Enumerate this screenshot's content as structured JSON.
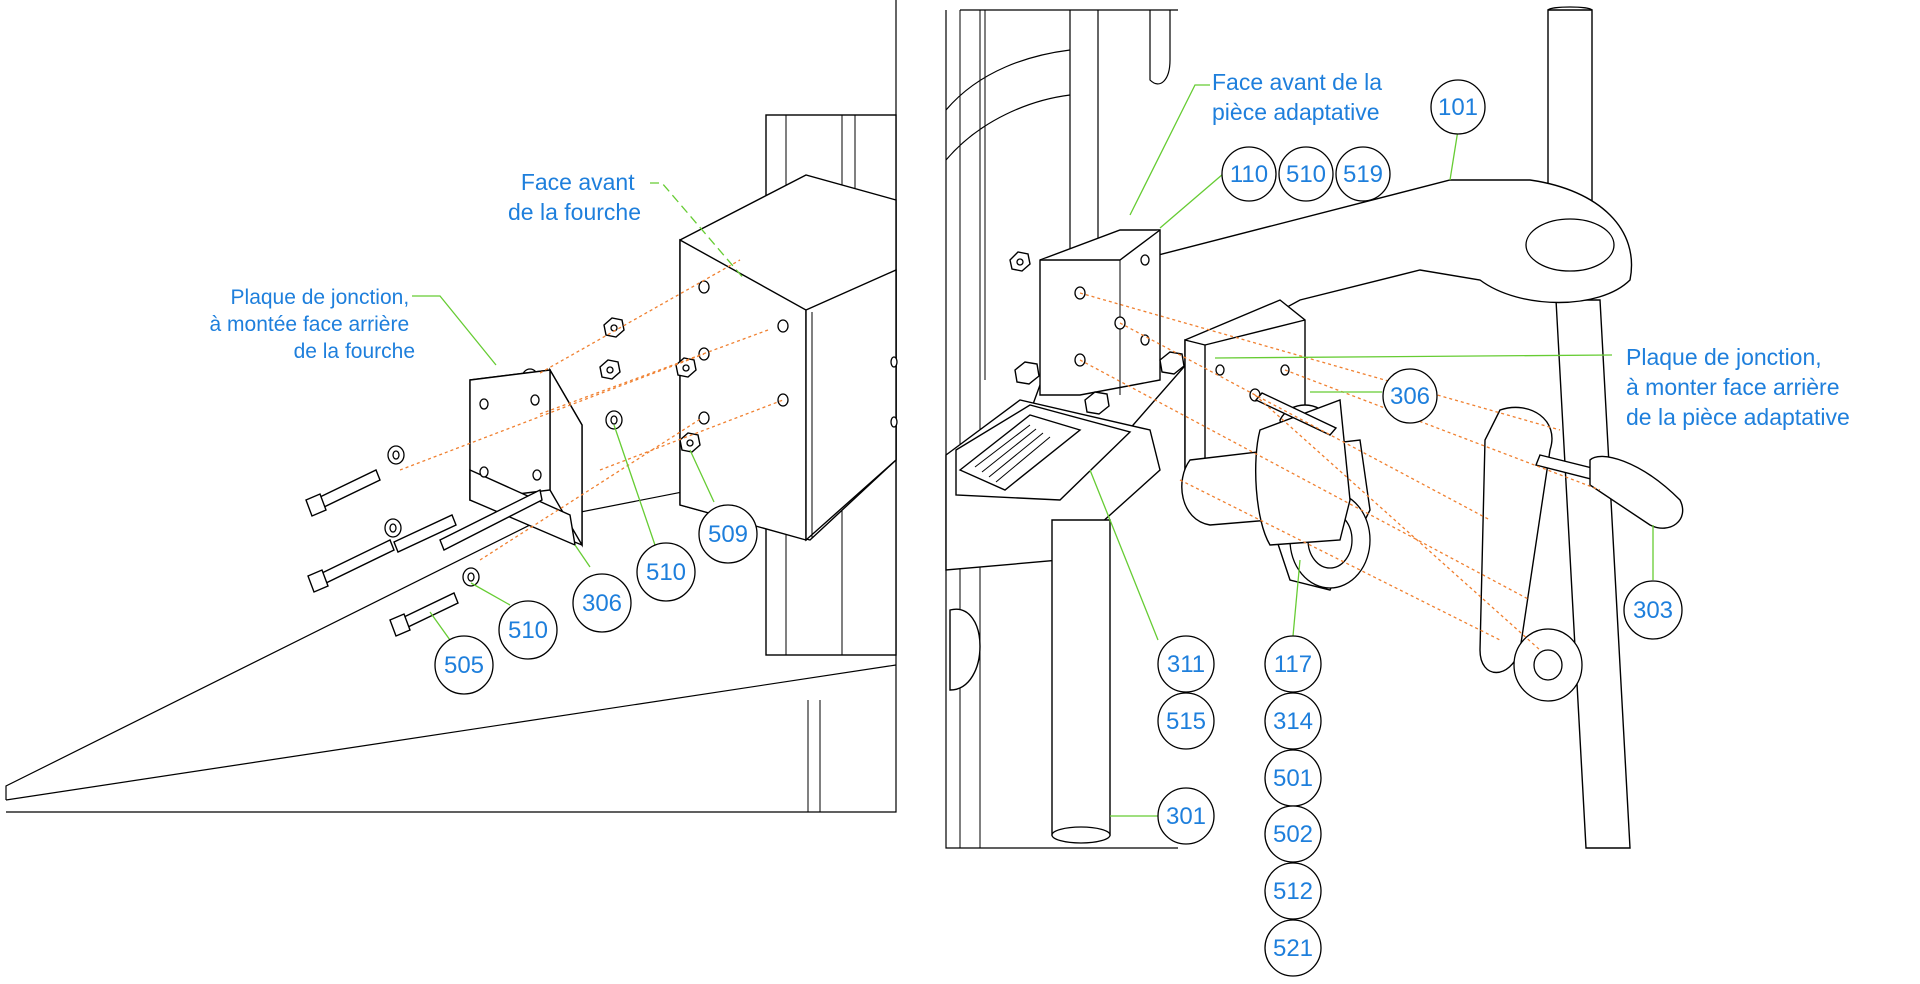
{
  "colors": {
    "label_text": "#1e7fdc",
    "leader_line": "#66cc33",
    "assembly_axis": "#f08030",
    "drawing_line": "#000000",
    "background": "#ffffff"
  },
  "left_view": {
    "label_fork_front": [
      "Face avant",
      "de la fourche"
    ],
    "label_plate": [
      "Plaque de jonction,",
      "à montée face arrière",
      "de la fourche"
    ],
    "balloons": [
      "306",
      "510",
      "509",
      "510",
      "505"
    ]
  },
  "right_view": {
    "label_adapter_front": [
      "Face avant de la",
      "pièce adaptative"
    ],
    "label_plate": [
      "Plaque de jonction,",
      "à monter face arrière",
      "de la pièce adaptative"
    ],
    "balloons_top": [
      "110",
      "510",
      "519"
    ],
    "balloon_101": "101",
    "balloon_306": "306",
    "balloon_303": "303",
    "balloons_column_a": [
      "311",
      "515"
    ],
    "balloon_301": "301",
    "balloons_column_b": [
      "117",
      "314",
      "501",
      "502",
      "512",
      "521"
    ]
  }
}
